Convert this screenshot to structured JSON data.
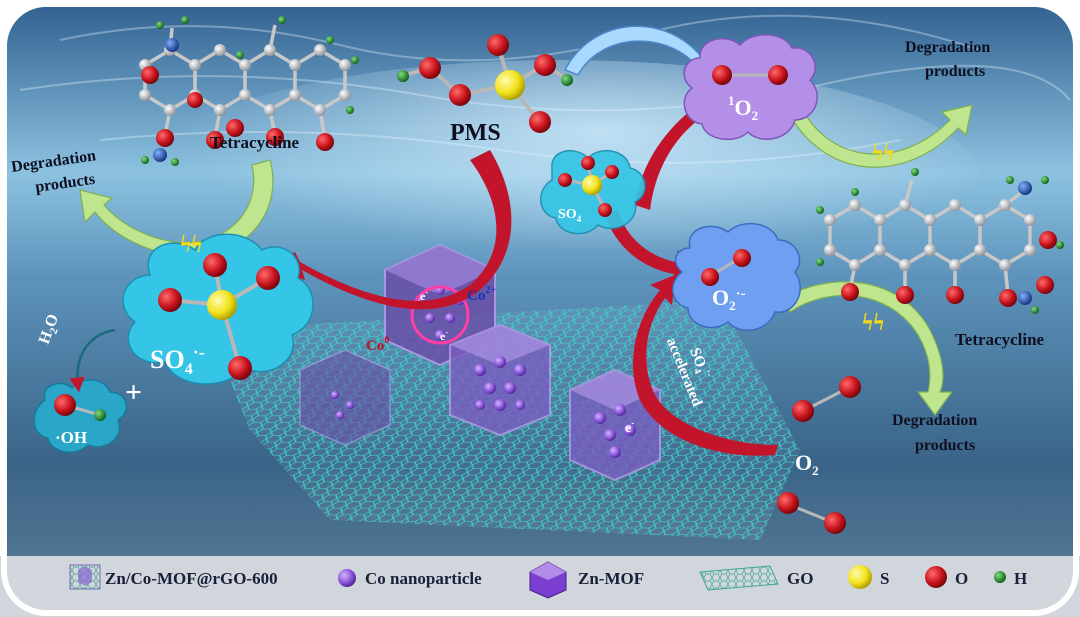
{
  "labels": {
    "pms": "PMS",
    "tetracycline_top": "Tetracycline",
    "tetracycline_right": "Tetracycline",
    "degradation_left_1": "Degradation",
    "degradation_left_2": "products",
    "degradation_topright_1": "Degradation",
    "degradation_topright_2": "products",
    "degradation_bottomright_1": "Degradation",
    "degradation_bottomright_2": "products",
    "h2o": "H",
    "h2o_sub": "2",
    "h2o_end": "O",
    "oh": "·OH",
    "plus": "+",
    "so4_main": "SO",
    "so4_main_sub": "4",
    "so4_main_sup": "·-",
    "so4_small": "SO",
    "so4_small_sub": "4",
    "singlet_sup": "1",
    "singlet": "O",
    "singlet_sub": "2",
    "superoxide": "O",
    "superoxide_sub": "2",
    "superoxide_sup": "·-",
    "co2": "Co",
    "co2_sup": "2+",
    "co0": "Co",
    "co0_sup": "0",
    "electron": "e",
    "electron_sup": "-",
    "accel_1": "SO",
    "accel_1_sub": "4",
    "accel_1_sup": "·-",
    "accel_2": "accelerated",
    "o2": "O",
    "o2_sub": "2",
    "spark": "ϟϟ"
  },
  "legend": {
    "mof_rgo": "Zn/Co-MOF@rGO-600",
    "co_np": "Co nanoparticle",
    "zn_mof": "Zn-MOF",
    "go": "GO",
    "s": "S",
    "o": "O",
    "h": "H"
  },
  "colors": {
    "water_top": "#3d6f9e",
    "water_mid": "#7fb5d6",
    "water_bottom": "#2c4f6e",
    "cloud_cyan": "#35c5e6",
    "cloud_blue": "#6f9ff0",
    "cloud_purple": "#b48fe8",
    "red_arrow": "#c2142b",
    "green_arrow": "#b8e08a",
    "oxygen": "#c8141e",
    "sulfur": "#f2e21a",
    "hydrogen": "#1f8f2a",
    "cobalt": "#7a4cc9",
    "graphene": "#3fb8c9",
    "legend_bg": "#c9ced6"
  }
}
